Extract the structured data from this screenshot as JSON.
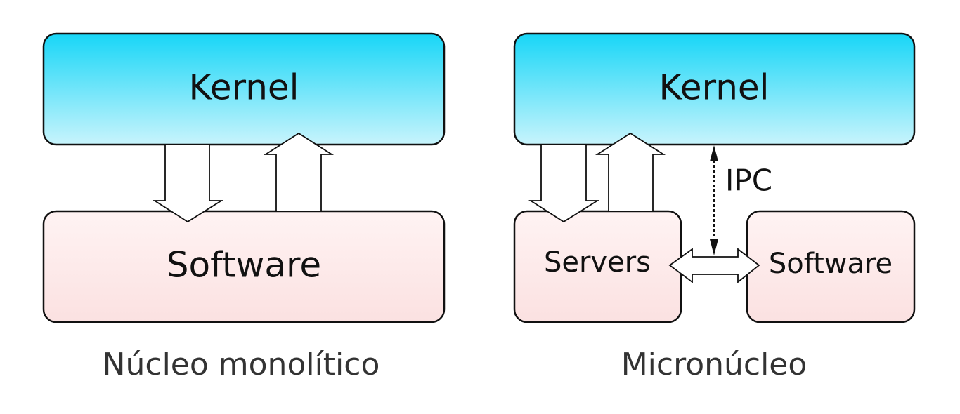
{
  "monolithic": {
    "kernel_label": "Kernel",
    "software_label": "Software",
    "caption": "Núcleo monolítico"
  },
  "microkernel": {
    "kernel_label": "Kernel",
    "servers_label": "Servers",
    "software_label": "Software",
    "ipc_label": "IPC",
    "caption": "Micronúcleo"
  },
  "colors": {
    "kernel_top": "#18d6f7",
    "kernel_bottom": "#c8f4fc",
    "software_top": "#fff3f3",
    "software_bottom": "#fbe1e1",
    "stroke": "#111111",
    "caption_text": "#333333"
  }
}
